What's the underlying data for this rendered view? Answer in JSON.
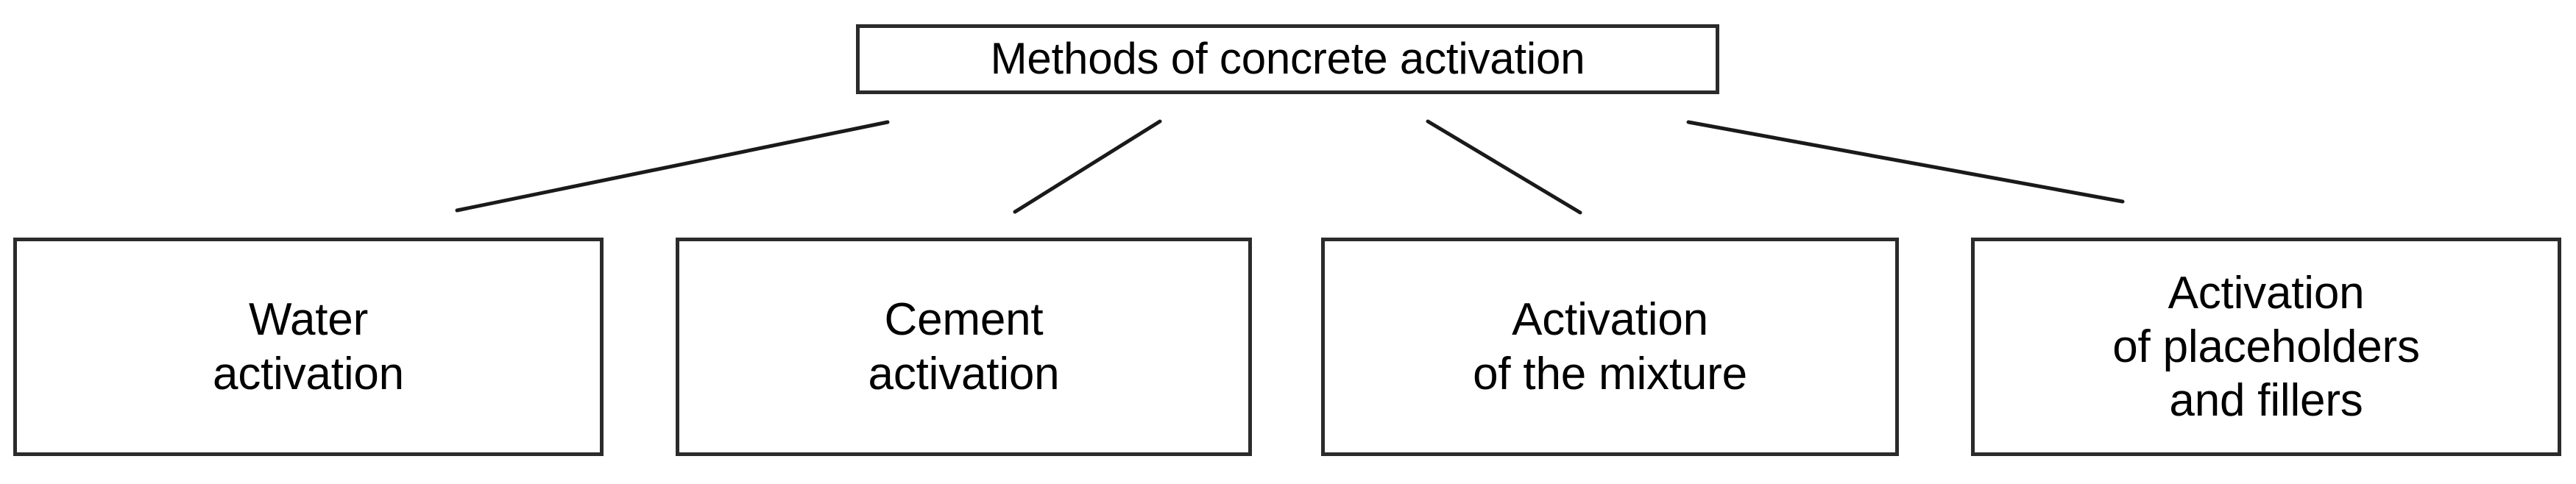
{
  "diagram": {
    "type": "hierarchy-tree",
    "orientation": "top-down",
    "title": "Methods of concrete activation",
    "root": {
      "label": "Methods of concrete activation",
      "shape": "rectangle",
      "border_color": "#2b2b2b",
      "fill_color": "#ffffff",
      "text_color": "#000000"
    },
    "children": [
      {
        "label": "Water\nactivation",
        "lines": [
          "Water",
          "activation"
        ],
        "shape": "rectangle"
      },
      {
        "label": "Cement\nactivation",
        "lines": [
          "Cement",
          "activation"
        ],
        "shape": "rectangle"
      },
      {
        "label": "Activation\nof the mixture",
        "lines": [
          "Activation",
          "of the mixture"
        ],
        "shape": "rectangle"
      },
      {
        "label": "Activation\nof placeholders\nand fillers",
        "lines": [
          "Activation",
          "of placeholders",
          "and fillers"
        ],
        "shape": "rectangle"
      }
    ],
    "connectors": [
      {
        "from": "root",
        "to": "child-0",
        "style": "straight-line",
        "color": "#1a1a1a"
      },
      {
        "from": "root",
        "to": "child-1",
        "style": "straight-line",
        "color": "#1a1a1a"
      },
      {
        "from": "root",
        "to": "child-2",
        "style": "straight-line",
        "color": "#1a1a1a"
      },
      {
        "from": "root",
        "to": "child-3",
        "style": "straight-line",
        "color": "#1a1a1a"
      }
    ],
    "colors": {
      "background": "#ffffff",
      "border": "#2b2b2b",
      "line": "#1a1a1a",
      "text": "#000000"
    }
  }
}
